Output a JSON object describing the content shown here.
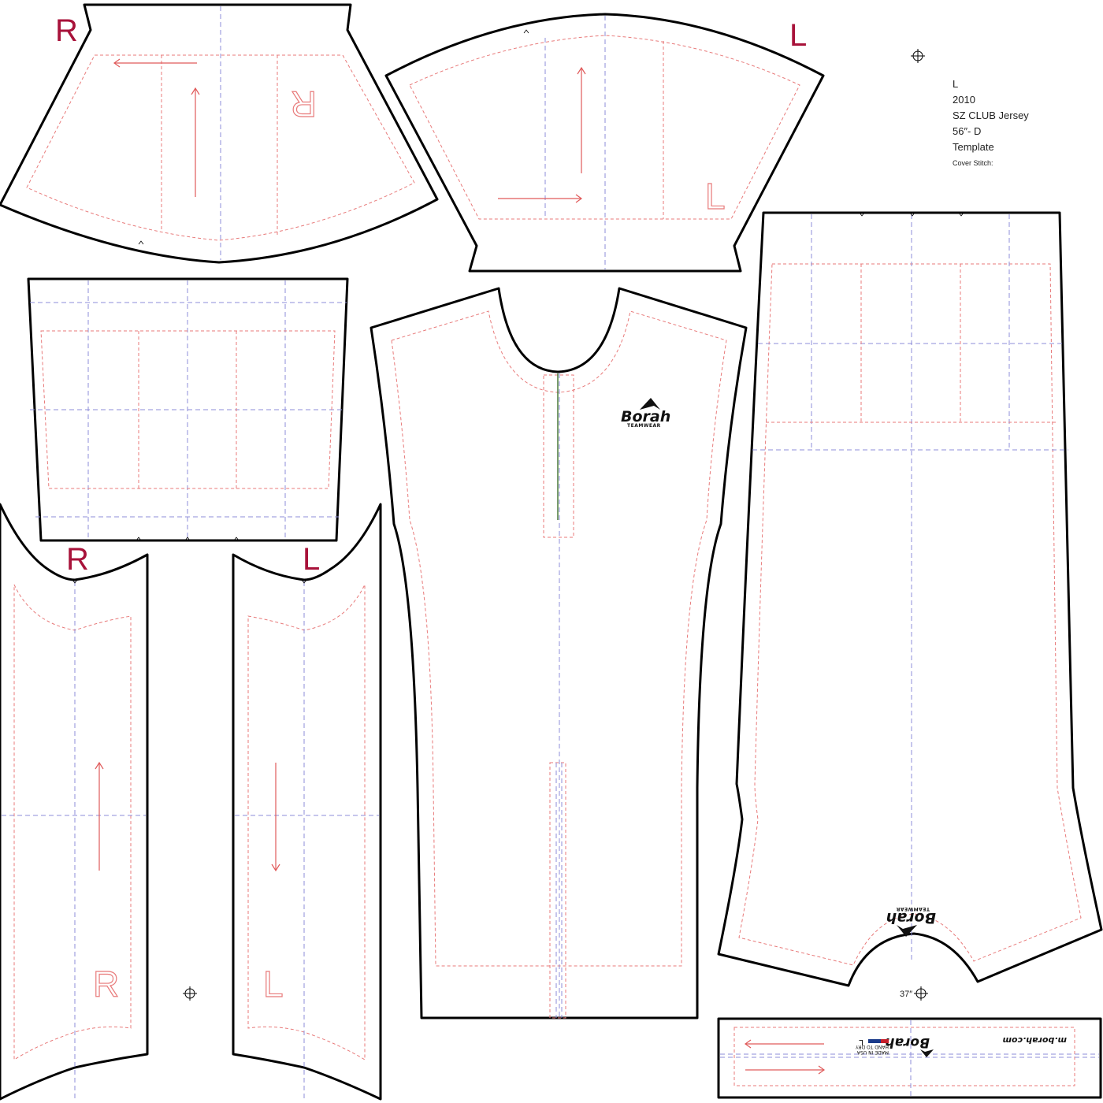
{
  "pieces": {
    "collar_right_letter": "R",
    "collar_left_letter": "L",
    "sleeve_right_letter": "R",
    "sleeve_left_letter": "L",
    "collar_right_watermark": "R",
    "collar_left_watermark": "L",
    "sleeve_right_watermark": "R",
    "sleeve_left_watermark": "L"
  },
  "info": {
    "size": "L",
    "year": "2010",
    "product": "SZ CLUB Jersey",
    "spec": "56″- D",
    "doc": "Template",
    "cover_stitch": "Cover Stitch:"
  },
  "logo": {
    "brand": "Borah",
    "sub": "TEAMWEAR",
    "made_in": "MADE IN USA",
    "care": "HAND TO DRY",
    "size_tag": "L",
    "url": "m.borah.com"
  },
  "back_size": "37″",
  "colors": {
    "cut_line": "#000000",
    "seam_line": "#e87a7a",
    "guide_line": "#8d8dd8",
    "side_letter": "#a8123a",
    "zipper": "#4a7a3a"
  }
}
